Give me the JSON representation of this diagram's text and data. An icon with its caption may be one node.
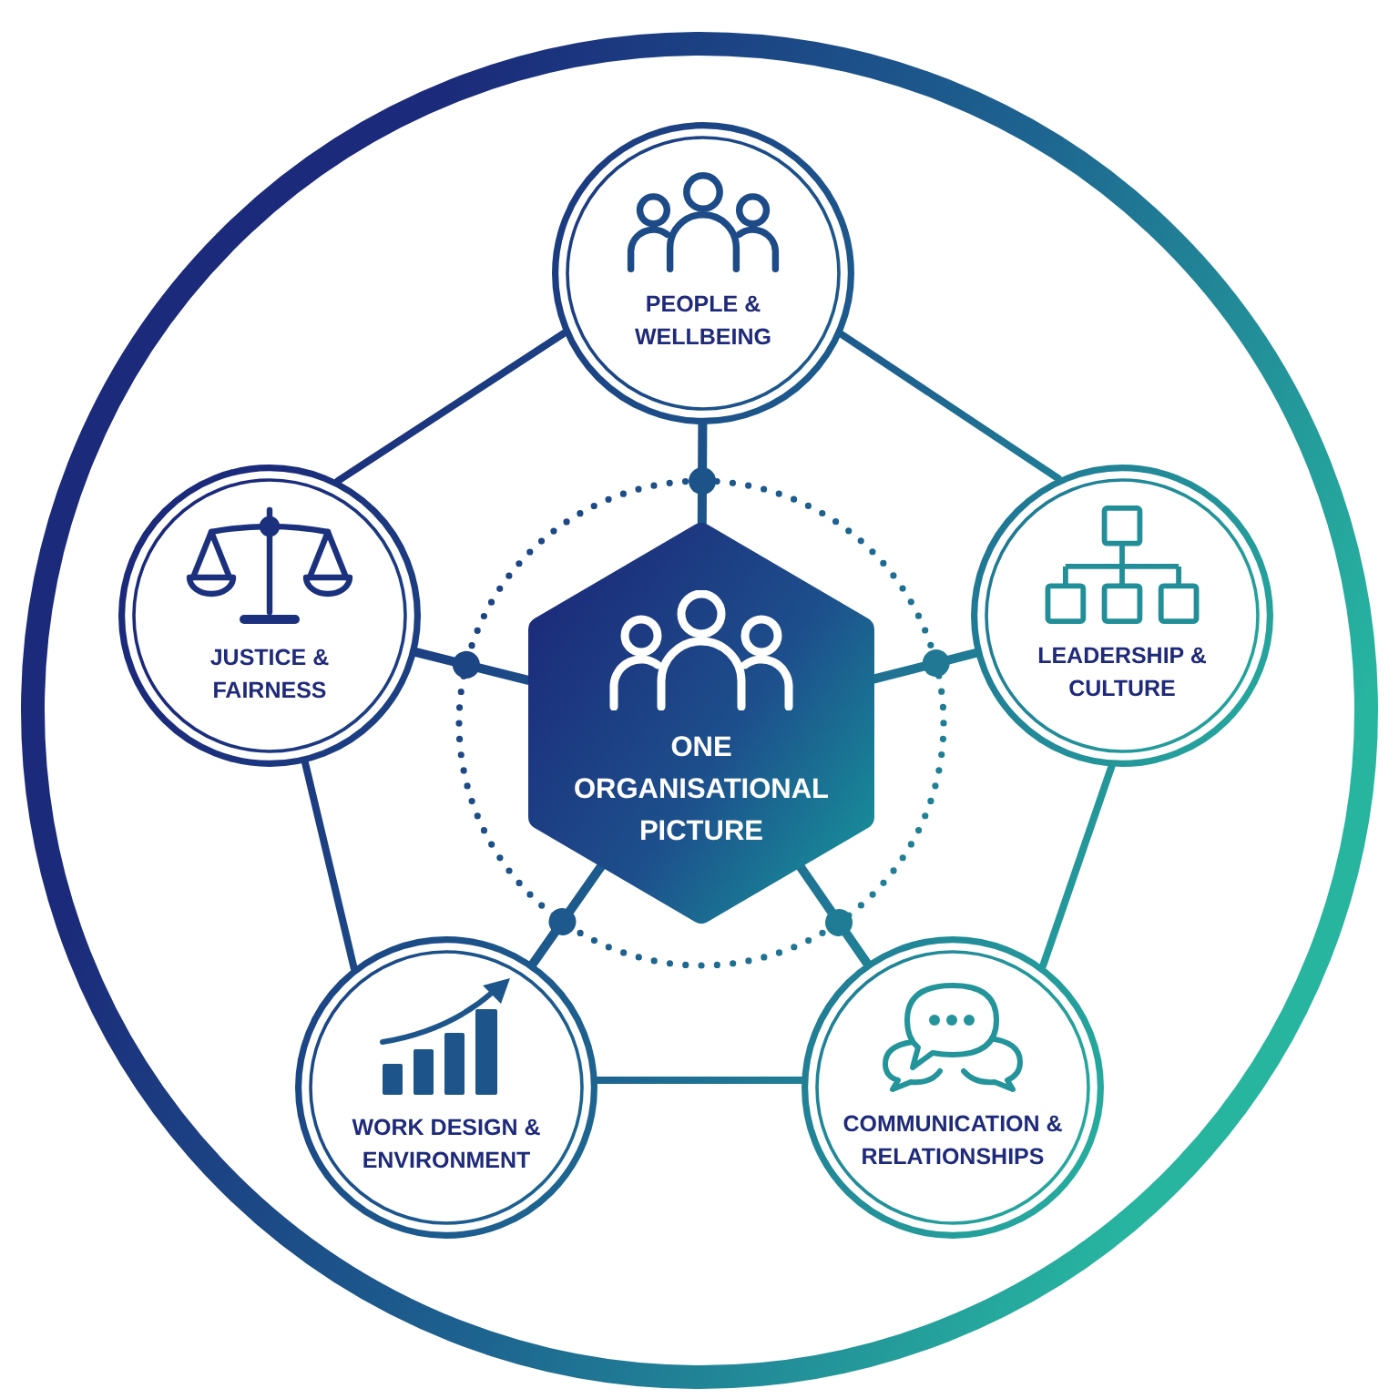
{
  "diagram": {
    "nodes": [
      {
        "text": [
          "ONE ORGANISATIONAL PICTURE"
        ]
      },
      {
        "text": [
          "PEOPLE & WELLBEING"
        ]
      },
      {
        "text": [
          "LEADERSHIP & CULTURE"
        ]
      },
      {
        "text": [
          "COMMUNICATION & RELATIONSHIPS"
        ]
      },
      {
        "text": [
          "WORK DESIGN & ENVIRONMENT"
        ]
      },
      {
        "text": [
          "JUSTICE & FAIRNESS"
        ]
      }
    ],
    "edges": [
      {
        "from": 1,
        "to": 0,
        "arrow": "other"
      },
      {
        "from": 2,
        "to": 0,
        "arrow": "other"
      },
      {
        "from": 3,
        "to": 0,
        "arrow": "other"
      },
      {
        "from": 4,
        "to": 0,
        "arrow": "other"
      },
      {
        "from": 5,
        "to": 0,
        "arrow": "other"
      },
      {
        "from": 1,
        "to": 2,
        "arrow": "none"
      },
      {
        "from": 2,
        "to": 3,
        "arrow": "none"
      },
      {
        "from": 3,
        "to": 4,
        "arrow": "none"
      },
      {
        "from": 4,
        "to": 5,
        "arrow": "none"
      },
      {
        "from": 5,
        "to": 1,
        "arrow": "none"
      }
    ]
  }
}
